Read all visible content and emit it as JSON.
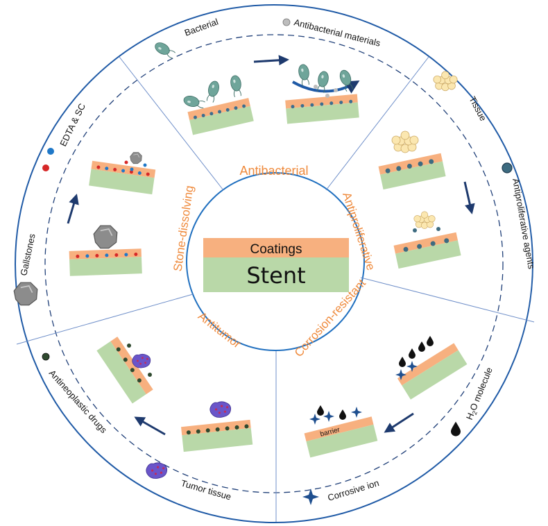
{
  "center": {
    "coating_label": "Coatings",
    "stent_label": "Stent"
  },
  "colors": {
    "ring": "#1f5aa6",
    "coating": "#f7b07f",
    "stent": "#b9d8a8",
    "accent": "#ef8a3c",
    "arrow": "#1e3a6e"
  },
  "sectors": {
    "antibacterial": "Antibacterial",
    "antiproliferative": "Antiproliferative",
    "corrosion": "Corrosion-resistant",
    "antitumor": "Antitumor",
    "stone": "Stone-dissolving"
  },
  "legend": {
    "bacterial": "Bacterial",
    "antibacterial_materials": "Antibacterial materials",
    "tissue": "Tissue",
    "antiproliferative_agents": "Antiproliferative agents",
    "h2o_prefix": "H",
    "h2o_sub": "2",
    "h2o_suffix": "O molecule",
    "corrosive_ion": "Corrosive ion",
    "tumor_tissue": "Tumor tissue",
    "antineoplastic_drugs": "Antineoplastic drugs",
    "gallstones": "Gallstones",
    "edta_sc": "EDTA & SC"
  },
  "barrier_label": "barrier"
}
